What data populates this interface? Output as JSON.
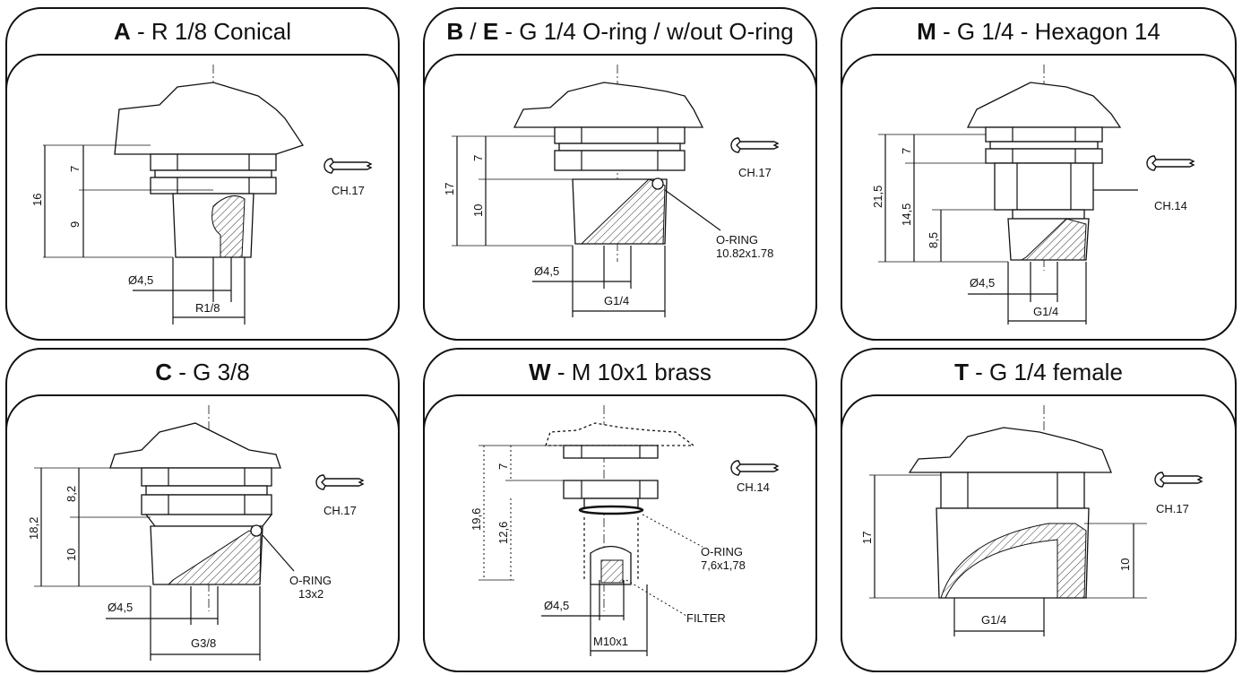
{
  "panels": [
    {
      "id": "A",
      "letter": "A",
      "title": " - R 1/8 Conical",
      "dims": {
        "total": "16",
        "upper": "7",
        "lower": "9",
        "bore": "Ø4,5",
        "thread": "R1/8",
        "wrench": "CH.17"
      }
    },
    {
      "id": "B",
      "letter": "B",
      "title_mid": " / ",
      "letter2": "E",
      "title": " - G 1/4 O-ring / w/out O-ring",
      "dims": {
        "total": "17",
        "upper": "7",
        "lower": "10",
        "bore": "Ø4,5",
        "thread": "G1/4",
        "wrench": "CH.17",
        "oring": "O-RING",
        "oring_size": "10.82x1.78"
      }
    },
    {
      "id": "M",
      "letter": "M",
      "title": " - G 1/4 - Hexagon 14",
      "dims": {
        "total": "21,5",
        "upper": "7",
        "mid": "14,5",
        "lower": "8,5",
        "bore": "Ø4,5",
        "thread": "G1/4",
        "wrench": "CH.14"
      }
    },
    {
      "id": "C",
      "letter": "C",
      "title": " - G 3/8",
      "dims": {
        "total": "18,2",
        "upper": "8,2",
        "lower": "10",
        "bore": "Ø4,5",
        "thread": "G3/8",
        "wrench": "CH.17",
        "oring": "O-RING",
        "oring_size": "13x2"
      }
    },
    {
      "id": "W",
      "letter": "W",
      "title": " - M 10x1 brass",
      "dims": {
        "total": "19,6",
        "upper": "7",
        "lower": "12,6",
        "bore": "Ø4,5",
        "thread": "M10x1",
        "wrench": "CH.14",
        "oring": "O-RING",
        "oring_size": "7,6x1,78",
        "filter": "FILTER"
      }
    },
    {
      "id": "T",
      "letter": "T",
      "title": " - G 1/4 female",
      "dims": {
        "total": "17",
        "depth": "10",
        "thread": "G1/4",
        "wrench": "CH.17"
      }
    }
  ]
}
